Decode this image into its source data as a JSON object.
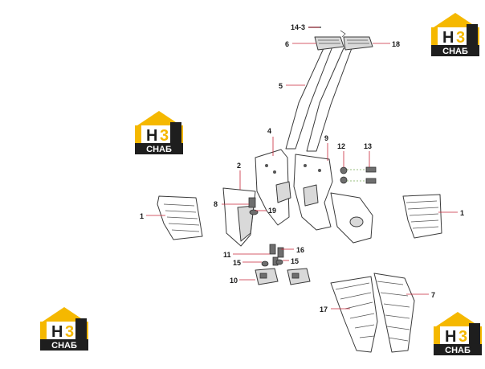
{
  "logo": {
    "letter": "H",
    "digit": "3",
    "caption": "СНАБ",
    "colors": {
      "gold": "#f5b800",
      "dark": "#1e1e1e",
      "white": "#ffffff"
    }
  },
  "callouts": [
    {
      "id": "c-14-3",
      "text": "14-3"
    },
    {
      "id": "c-6",
      "text": "6"
    },
    {
      "id": "c-18",
      "text": "18"
    },
    {
      "id": "c-5",
      "text": "5"
    },
    {
      "id": "c-4",
      "text": "4"
    },
    {
      "id": "c-9",
      "text": "9"
    },
    {
      "id": "c-12",
      "text": "12"
    },
    {
      "id": "c-13",
      "text": "13"
    },
    {
      "id": "c-2",
      "text": "2"
    },
    {
      "id": "c-8",
      "text": "8"
    },
    {
      "id": "c-19",
      "text": "19"
    },
    {
      "id": "c-1-left",
      "text": "1"
    },
    {
      "id": "c-1-right",
      "text": "1"
    },
    {
      "id": "c-11",
      "text": "11"
    },
    {
      "id": "c-16",
      "text": "16"
    },
    {
      "id": "c-15-left",
      "text": "15"
    },
    {
      "id": "c-15-right",
      "text": "15"
    },
    {
      "id": "c-10",
      "text": "10"
    },
    {
      "id": "c-7",
      "text": "7"
    },
    {
      "id": "c-17",
      "text": "17"
    }
  ],
  "colors": {
    "leader": "#c8283a",
    "outline": "#3a3a3a",
    "bolt": "#6e6e6e"
  }
}
